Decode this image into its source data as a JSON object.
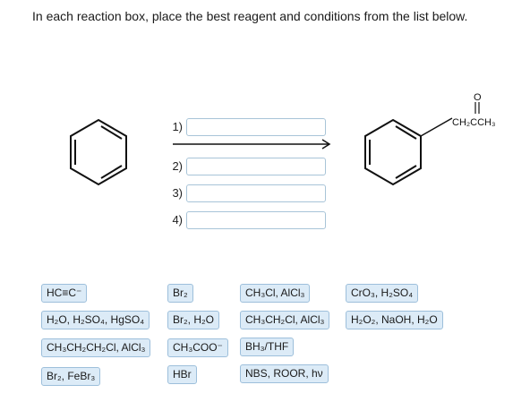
{
  "instruction": "In each reaction box, place the best reagent and conditions from the list below.",
  "steps": [
    {
      "label": "1)"
    },
    {
      "label": "2)"
    },
    {
      "label": "3)"
    },
    {
      "label": "4)"
    }
  ],
  "product_label": {
    "o_atom": "O",
    "group": "CH₂CCH₃"
  },
  "reagents": [
    {
      "text": "HC≡C⁻"
    },
    {
      "text": "Br₂"
    },
    {
      "text": "CH₃Cl, AlCl₃"
    },
    {
      "text": "CrO₃, H₂SO₄"
    },
    {
      "text": "H₂O, H₂SO₄, HgSO₄"
    },
    {
      "text": "Br₂, H₂O"
    },
    {
      "text": "CH₃CH₂Cl, AlCl₃"
    },
    {
      "text": "H₂O₂, NaOH, H₂O"
    },
    {
      "text": "CH₃CH₂CH₂Cl, AlCl₃"
    },
    {
      "text": "CH₃COO⁻"
    },
    {
      "text": "BH₃/THF"
    },
    {
      "text": "Br₂, FeBr₃"
    },
    {
      "text": "HBr"
    },
    {
      "text": "NBS, ROOR, hν"
    }
  ]
}
